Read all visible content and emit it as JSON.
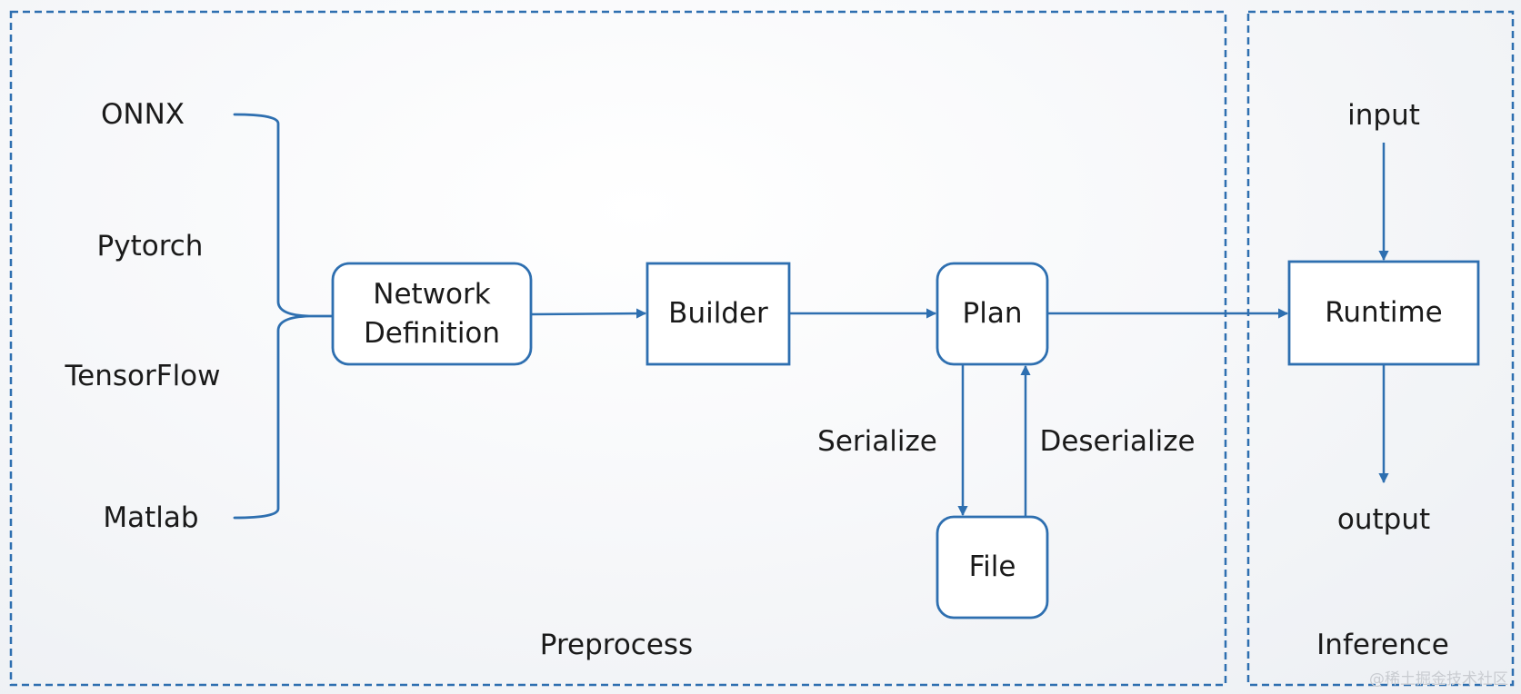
{
  "regions": {
    "preprocess_label": "Preprocess",
    "inference_label": "Inference"
  },
  "sources": [
    "ONNX",
    "Pytorch",
    "TensorFlow",
    "Matlab"
  ],
  "nodes": {
    "network_definition": [
      "Network",
      "Definition"
    ],
    "builder": "Builder",
    "plan": "Plan",
    "file": "File",
    "runtime": "Runtime"
  },
  "io": {
    "input": "input",
    "output": "output"
  },
  "edge_labels": {
    "serialize": "Serialize",
    "deserialize": "Deserialize"
  },
  "watermark": "@稀土掘金技术社区",
  "colors": {
    "stroke": "#2e6fb0",
    "text": "#1a1a1a"
  }
}
